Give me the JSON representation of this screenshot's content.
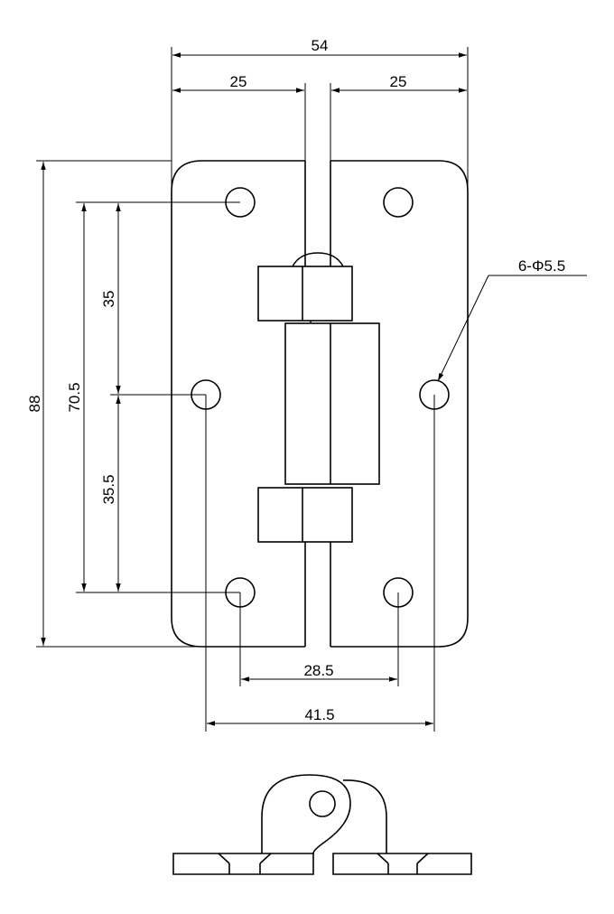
{
  "front_view": {
    "dims": {
      "overall_width": "54",
      "left_leaf_width": "25",
      "right_leaf_width": "25",
      "overall_height": "88",
      "hole_span_vertical": "70.5",
      "upper_hole_pitch": "35",
      "lower_hole_pitch": "35.5",
      "hole_spacing_inner": "28.5",
      "hole_spacing_outer": "41.5"
    },
    "hole_callout": "6-Φ5.5"
  }
}
